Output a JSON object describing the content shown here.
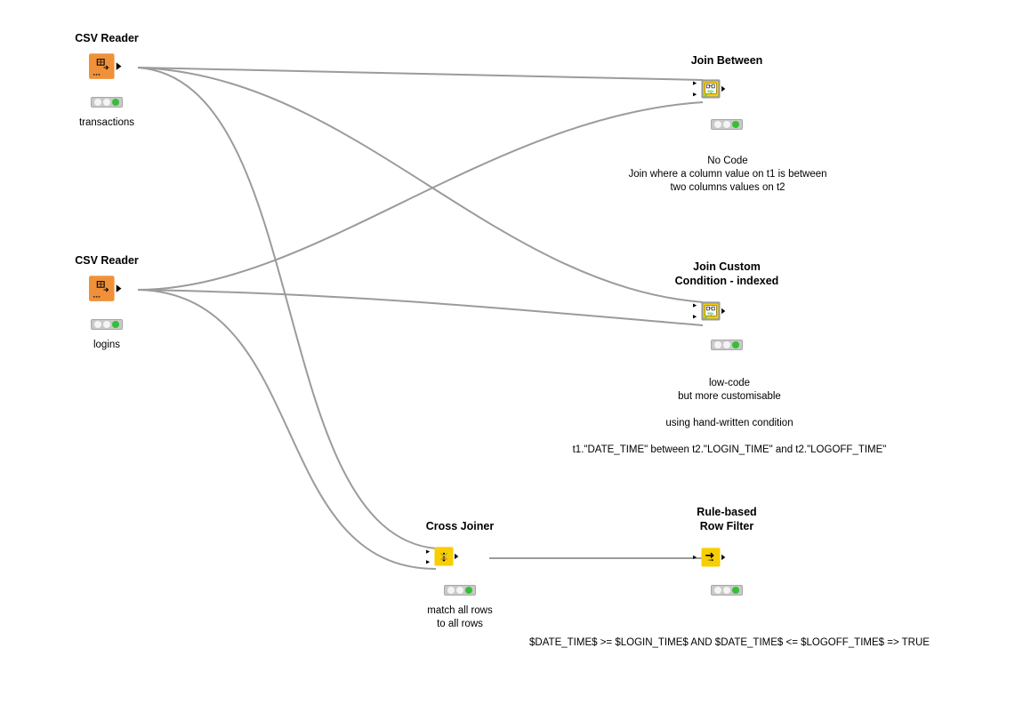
{
  "nodes": {
    "csv1": {
      "title": "CSV Reader",
      "annotation": "transactions",
      "icon": "csv-reader-icon",
      "color": "#f0913a"
    },
    "csv2": {
      "title": "CSV Reader",
      "annotation": "logins",
      "icon": "csv-reader-icon",
      "color": "#f0913a"
    },
    "join_between": {
      "title": "Join Between",
      "annotation": [
        "No Code",
        "Join where a column value on t1 is between",
        "two columns values on t2"
      ],
      "icon": "db-joiner-icon",
      "color": "#9a9a9a"
    },
    "join_custom": {
      "title_lines": [
        "Join Custom",
        "Condition - indexed"
      ],
      "annotation": [
        "low-code",
        "but more customisable",
        "",
        "using hand-written condition",
        "",
        "t1.\"DATE_TIME\" between t2.\"LOGIN_TIME\" and t2.\"LOGOFF_TIME\""
      ],
      "icon": "db-joiner-icon",
      "color": "#9a9a9a"
    },
    "cross_joiner": {
      "title": "Cross Joiner",
      "annotation": [
        "match all rows",
        "to all rows"
      ],
      "icon": "cross-joiner-icon",
      "color": "#f7ce00"
    },
    "row_filter": {
      "title_lines": [
        "Rule-based",
        "Row Filter"
      ],
      "annotation": "$DATE_TIME$ >=  $LOGIN_TIME$ AND $DATE_TIME$ <= $LOGOFF_TIME$ => TRUE",
      "icon": "row-filter-icon",
      "color": "#f7ce00"
    }
  },
  "colors": {
    "connection": "#9b9b9b",
    "manipulator": "#f7ce00",
    "source": "#f0913a",
    "db": "#9a9a9a",
    "status_ok": "#34c034"
  }
}
